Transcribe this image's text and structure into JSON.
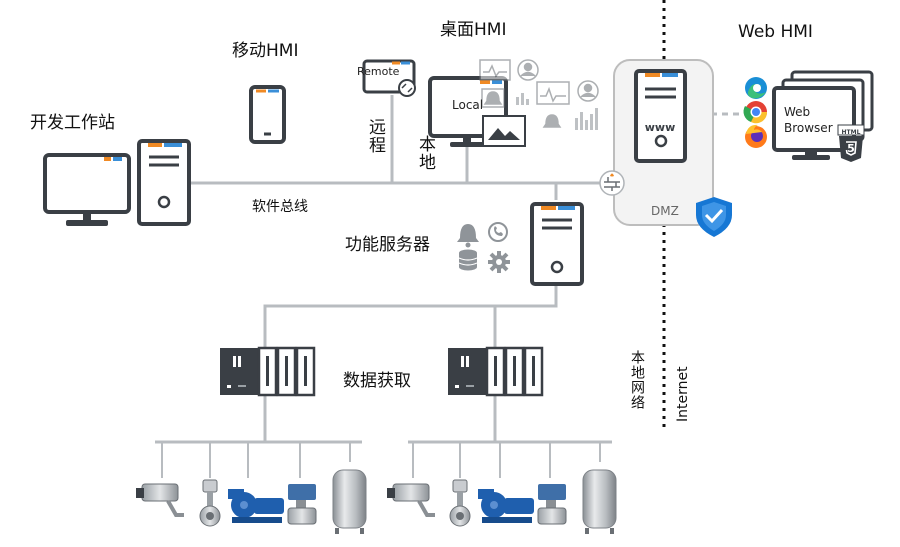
{
  "labels": {
    "dev_station": "开发工作站",
    "mobile_hmi": "移动HMI",
    "desktop_hmi": "桌面HMI",
    "web_hmi": "Web HMI",
    "remote_tag": "Remote",
    "local_tag": "Local",
    "remote_vertical": "远程",
    "local_vertical": "本地",
    "software_bus": "软件总线",
    "function_server": "功能服务器",
    "data_acquisition": "数据获取",
    "dmz": "DMZ",
    "local_network": "本地网络",
    "internet": "Internet",
    "www": "www",
    "web_browser_line1": "Web",
    "web_browser_line2": "Browser",
    "html_badge": "HTML",
    "html_five": "5"
  },
  "colors": {
    "outline": "#3a3f45",
    "accent_orange": "#f08a24",
    "accent_blue": "#3a8fd8",
    "line_gray": "#b8bcc0",
    "shield_blue": "#1677d4",
    "pump_blue": "#1f5fae"
  },
  "icons": [
    "desktop-monitor-icon",
    "tower-server-icon",
    "smartphone-icon",
    "bell-icon",
    "phone-icon",
    "database-icon",
    "gear-icon",
    "firewall-icon",
    "shield-check-icon",
    "edge-browser-icon",
    "chrome-browser-icon",
    "firefox-browser-icon",
    "html5-icon",
    "plc-module-icon",
    "camera-icon",
    "flow-meter-icon",
    "pump-icon",
    "valve-actuator-icon",
    "tank-icon"
  ]
}
